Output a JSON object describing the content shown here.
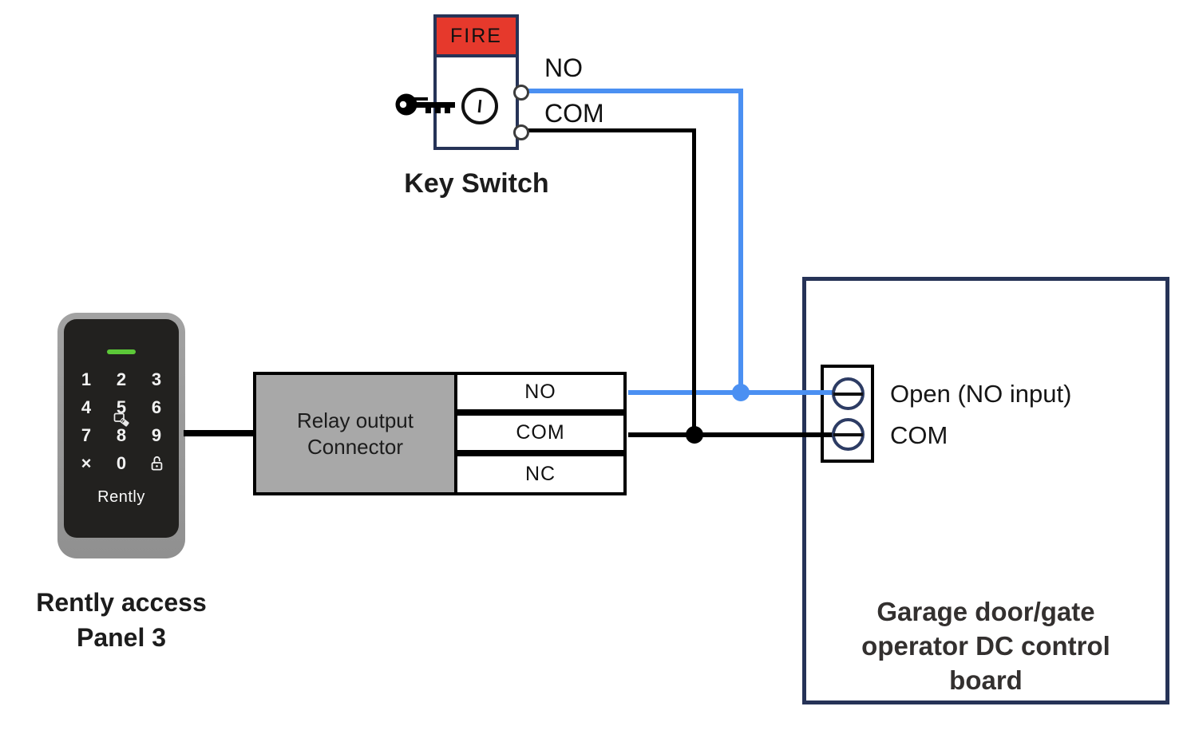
{
  "key_switch": {
    "fire_label": "FIRE",
    "no_terminal_label": "NO",
    "com_terminal_label": "COM",
    "caption": "Key Switch"
  },
  "keypad": {
    "brand": "Rently",
    "caption_line1": "Rently access",
    "caption_line2": "Panel 3",
    "keys": [
      [
        "1",
        "2",
        "3"
      ],
      [
        "4",
        "5",
        "6"
      ],
      [
        "7",
        "8",
        "9"
      ],
      [
        "×",
        "0",
        ""
      ]
    ]
  },
  "relay_connector": {
    "label_line1": "Relay output",
    "label_line2": "Connector",
    "terminals": [
      "NO",
      "COM",
      "NC"
    ]
  },
  "control_board": {
    "terminal_labels": [
      "Open (NO input)",
      "COM"
    ],
    "caption_line1": "Garage door/gate",
    "caption_line2": "operator DC control",
    "caption_line3": "board"
  },
  "colors": {
    "wire_blue": "#4b90f2",
    "wire_black": "#000000",
    "outline_navy": "#263357",
    "fire_red": "#e6392c",
    "relay_gray": "#a8a8a8",
    "led_green": "#5cc838"
  }
}
